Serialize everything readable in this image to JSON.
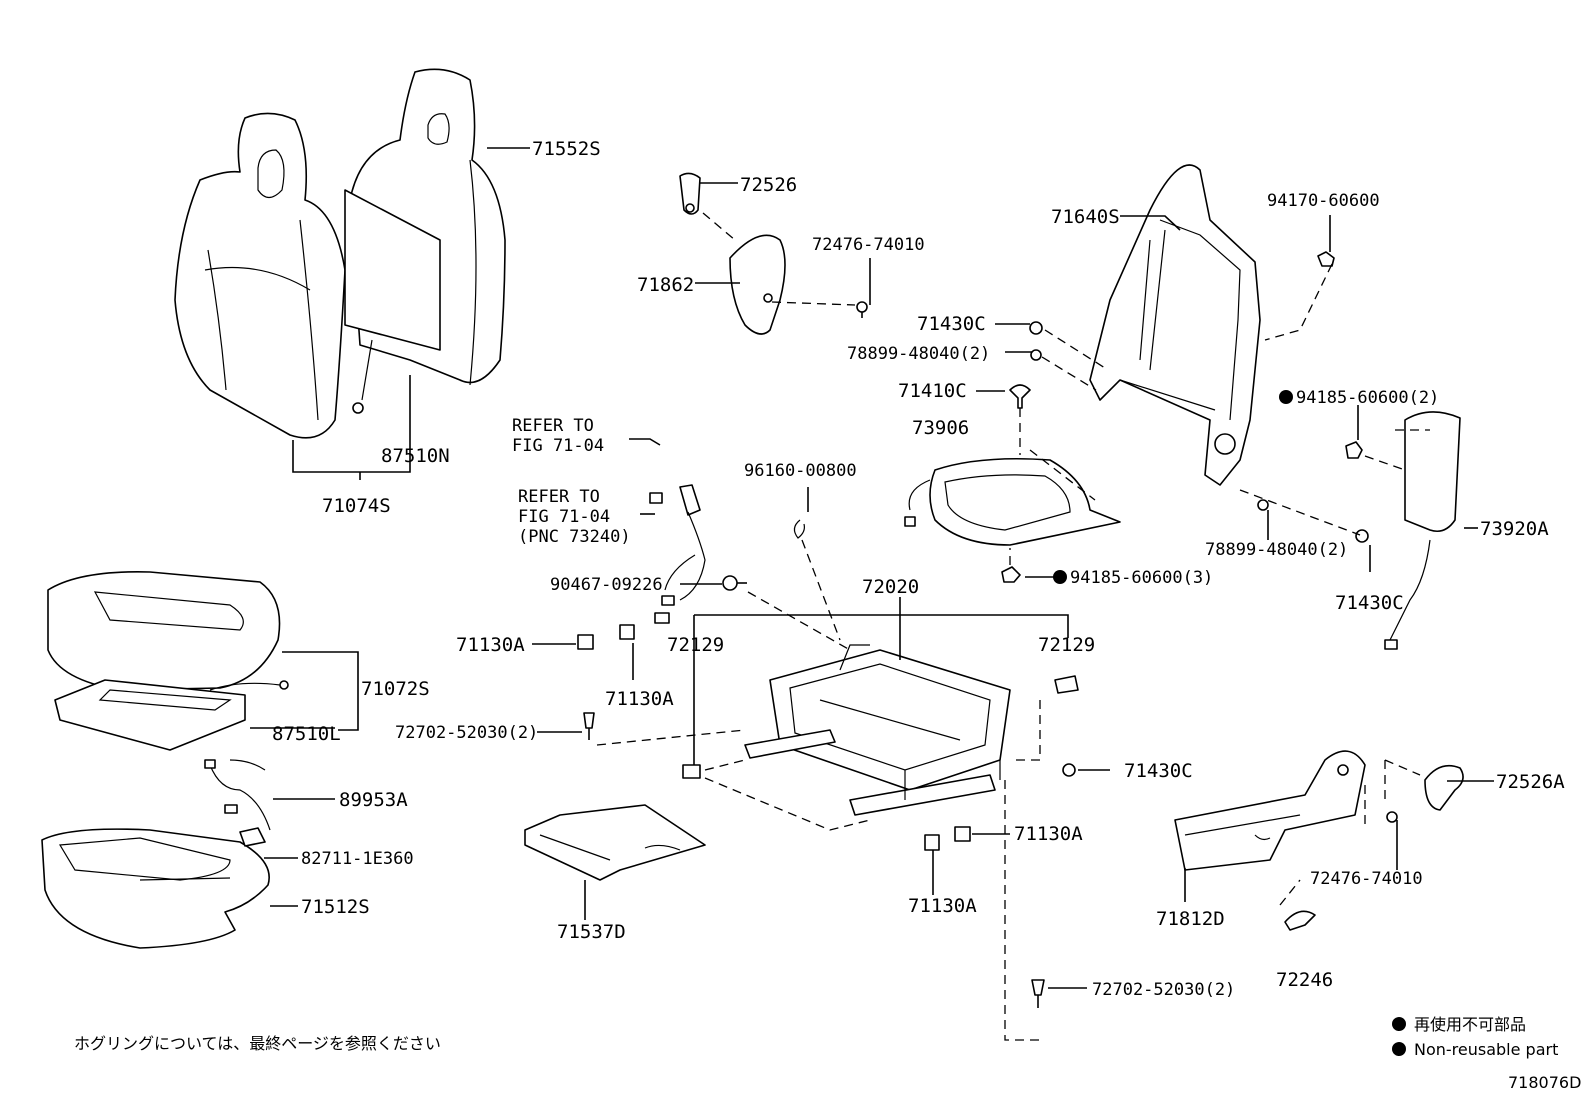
{
  "diagram_id": "718076D",
  "labels": {
    "p71552S": "71552S",
    "p71074S": "71074S",
    "p87510N": "87510N",
    "p72526": "72526",
    "p72476_74010_top": "72476-74010",
    "p71862": "71862",
    "p71640S": "71640S",
    "p94170_60600": "94170-60600",
    "p71430C_top": "71430C",
    "p78899_48040_top": "78899-48040(2)",
    "p71410C": "71410C",
    "p94185_60600_2": "94185-60600(2)",
    "p73906": "73906",
    "p73920A": "73920A",
    "p78899_48040_bot": "78899-48040(2)",
    "p71430C_right": "71430C",
    "p94185_60600_3": "94185-60600(3)",
    "p96160_00800": "96160-00800",
    "refer1_line1": "REFER TO",
    "refer1_line2": "FIG 71-04",
    "refer2_line1": "REFER TO",
    "refer2_line2": "FIG 71-04",
    "refer2_line3": "(PNC 73240)",
    "p90467_09226": "90467-09226",
    "p72020": "72020",
    "p71130A_a": "71130A",
    "p72129_left": "72129",
    "p72129_right": "72129",
    "p71130A_b": "71130A",
    "p71072S": "71072S",
    "p87510L": "87510L",
    "p72702_52030_left": "72702-52030(2)",
    "p71430C_mid": "71430C",
    "p72526A": "72526A",
    "p89953A": "89953A",
    "p82711_1E360": "82711-1E360",
    "p71512S": "71512S",
    "p71130A_c": "71130A",
    "p71130A_d": "71130A",
    "p71537D": "71537D",
    "p72476_74010_bot": "72476-74010",
    "p71812D": "71812D",
    "p72246": "72246",
    "p72702_52030_bot": "72702-52030(2)"
  },
  "footer": {
    "note_jp": "ホグリングについては、最終ページを参照ください",
    "legend_jp": "再使用不可部品",
    "legend_en": "Non-reusable part"
  }
}
